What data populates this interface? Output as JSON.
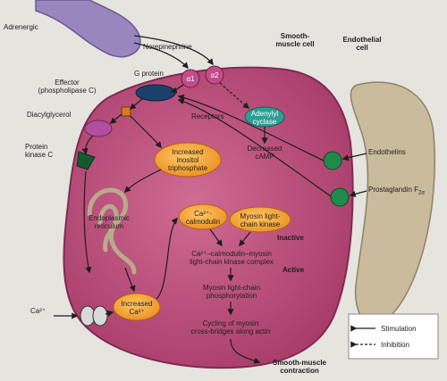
{
  "labels": {
    "adrenergic": "Adrenergic",
    "norepinephrine": "Norepinephrine",
    "smooth_muscle_cell": [
      "Smooth-",
      "muscle cell"
    ],
    "endothelial_cell": [
      "Endothelial",
      "cell"
    ],
    "effector": [
      "Effector",
      "(phospholipase C)"
    ],
    "g_protein": "G protein",
    "alpha1": "α1",
    "alpha2": "α2",
    "diacylglycerol": "Diacylglycerol",
    "receptors": "Receptors",
    "adenylyl_cyclase": [
      "Adenylyl",
      "cyclase"
    ],
    "protein_kinase_c": [
      "Protein",
      "kinase C"
    ],
    "increased_ip3": [
      "Increased",
      "inositol",
      "triphosphate"
    ],
    "decreased_camp": [
      "Decreased",
      "cAMP"
    ],
    "endothelins": "Endothelins",
    "prostaglandin": "Prostaglandin F",
    "prostaglandin_sub": "2α",
    "endoplasmic_reticulum": [
      "Endoplasmic",
      "reticulum"
    ],
    "ca_calmodulin": [
      "Ca²⁺-",
      "calmodulin"
    ],
    "mlck": [
      "Myosin light-",
      "chain kinase"
    ],
    "inactive": "Inactive",
    "complex": [
      "Ca²⁺–calmodulin–myosin",
      "light-chain kinase complex"
    ],
    "active": "Active",
    "phosphorylation": [
      "Myosin light-chain",
      "phosphorylation"
    ],
    "increased_ca": [
      "Increased",
      "Ca²⁺"
    ],
    "ca_in": "Ca²⁺",
    "cycling": [
      "Cycling of myosin",
      "cross-bridges along actin"
    ],
    "contraction": [
      "Smooth-muscle",
      "contraction"
    ]
  },
  "legend": {
    "stimulation": "Stimulation",
    "inhibition": "Inhibition"
  },
  "colors": {
    "cell": "#b84675",
    "cell_edge": "#7f2a52",
    "endothelium": "#c7b898",
    "orange": "#f29a2a",
    "green": "#1f8a49",
    "teal": "#2c9e95",
    "nerve": "#9a86bf",
    "receptor": "#b0407a"
  }
}
